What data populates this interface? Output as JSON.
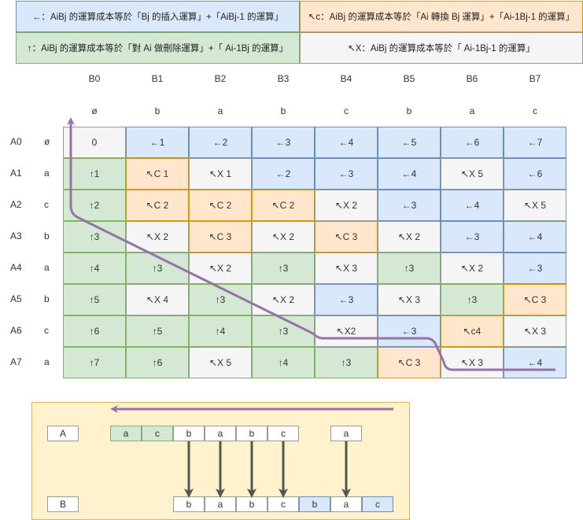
{
  "legend": {
    "insert": "←：AiBj 的運算成本等於「Bj 的插入運算」+「AiBj-1 的運算」",
    "replace": "↖c：AiBj 的運算成本等於「Ai 轉換 Bj 運算」+「Ai-1Bj-1 的運算」",
    "delete": "↑：AiBj 的運算成本等於「對 Ai 做刪除運算」+「 Ai-1Bj 的運算」",
    "match": "↖X：AiBj 的運算成本等於「 Ai-1Bj-1 的運算」"
  },
  "colors": {
    "blue": "#dae8fc",
    "orange": "#ffe6cc",
    "green": "#d5e8d4",
    "gray": "#f5f5f5",
    "panel": "#fff2cc",
    "path": "#9673a6",
    "arrow": "#555555"
  },
  "col_headers": [
    "B0",
    "B1",
    "B2",
    "B3",
    "B4",
    "B5",
    "B6",
    "B7"
  ],
  "col_chars": [
    "ø",
    "b",
    "a",
    "b",
    "c",
    "b",
    "a",
    "c"
  ],
  "row_headers": [
    "A0",
    "A1",
    "A2",
    "A3",
    "A4",
    "A5",
    "A6",
    "A7"
  ],
  "row_chars": [
    "ø",
    "a",
    "c",
    "b",
    "a",
    "b",
    "c",
    "a"
  ],
  "grid": [
    [
      {
        "t": "0",
        "c": "gray"
      },
      {
        "t": "←1",
        "c": "blue"
      },
      {
        "t": "←2",
        "c": "blue"
      },
      {
        "t": "←3",
        "c": "blue"
      },
      {
        "t": "←4",
        "c": "blue"
      },
      {
        "t": "←5",
        "c": "blue"
      },
      {
        "t": "←6",
        "c": "blue"
      },
      {
        "t": "←7",
        "c": "blue"
      }
    ],
    [
      {
        "t": "↑1",
        "c": "green"
      },
      {
        "t": "↖C 1",
        "c": "orange"
      },
      {
        "t": "↖X 1",
        "c": "gray"
      },
      {
        "t": "←2",
        "c": "blue"
      },
      {
        "t": "←3",
        "c": "blue"
      },
      {
        "t": "←4",
        "c": "blue"
      },
      {
        "t": "↖X 5",
        "c": "gray"
      },
      {
        "t": "←6",
        "c": "blue"
      }
    ],
    [
      {
        "t": "↑2",
        "c": "green"
      },
      {
        "t": "↖C 2",
        "c": "orange"
      },
      {
        "t": "↖C 2",
        "c": "orange"
      },
      {
        "t": "↖C 2",
        "c": "orange"
      },
      {
        "t": "↖X 2",
        "c": "gray"
      },
      {
        "t": "←3",
        "c": "blue"
      },
      {
        "t": "←4",
        "c": "blue"
      },
      {
        "t": "↖X 5",
        "c": "gray"
      }
    ],
    [
      {
        "t": "↑3",
        "c": "green"
      },
      {
        "t": "↖X 2",
        "c": "gray"
      },
      {
        "t": "↖C 3",
        "c": "orange"
      },
      {
        "t": "↖X 2",
        "c": "gray"
      },
      {
        "t": "↖C 3",
        "c": "orange"
      },
      {
        "t": "↖X 2",
        "c": "gray"
      },
      {
        "t": "←3",
        "c": "blue"
      },
      {
        "t": "←4",
        "c": "blue"
      }
    ],
    [
      {
        "t": "↑4",
        "c": "green"
      },
      {
        "t": "↑3",
        "c": "green"
      },
      {
        "t": "↖X 2",
        "c": "gray"
      },
      {
        "t": "↑3",
        "c": "green"
      },
      {
        "t": "↖X 3",
        "c": "gray"
      },
      {
        "t": "↑3",
        "c": "green"
      },
      {
        "t": "↖X 2",
        "c": "gray"
      },
      {
        "t": "←3",
        "c": "blue"
      }
    ],
    [
      {
        "t": "↑5",
        "c": "green"
      },
      {
        "t": "↖X 4",
        "c": "gray"
      },
      {
        "t": "↑3",
        "c": "green"
      },
      {
        "t": "↖X 2",
        "c": "gray"
      },
      {
        "t": "←3",
        "c": "blue"
      },
      {
        "t": "↖X 3",
        "c": "gray"
      },
      {
        "t": "↑3",
        "c": "green"
      },
      {
        "t": "↖C 3",
        "c": "orange"
      }
    ],
    [
      {
        "t": "↑6",
        "c": "green"
      },
      {
        "t": "↑5",
        "c": "green"
      },
      {
        "t": "↑4",
        "c": "green"
      },
      {
        "t": "↑3",
        "c": "green"
      },
      {
        "t": "↖X2",
        "c": "gray"
      },
      {
        "t": "←3",
        "c": "blue"
      },
      {
        "t": "↖c4",
        "c": "orange"
      },
      {
        "t": "↖X 3",
        "c": "gray"
      }
    ],
    [
      {
        "t": "↑7",
        "c": "green"
      },
      {
        "t": "↑6",
        "c": "green"
      },
      {
        "t": "↖X 5",
        "c": "gray"
      },
      {
        "t": "↑4",
        "c": "green"
      },
      {
        "t": "↑3",
        "c": "green"
      },
      {
        "t": "↖C 3",
        "c": "orange"
      },
      {
        "t": "↖X 3",
        "c": "gray"
      },
      {
        "t": "←4",
        "c": "blue"
      }
    ]
  ],
  "alignment": {
    "label_a": "A",
    "label_b": "B",
    "a_boxes": [
      {
        "t": "a",
        "c": "green"
      },
      {
        "t": "c",
        "c": "green"
      },
      {
        "t": "b",
        "c": "white"
      },
      {
        "t": "a",
        "c": "white"
      },
      {
        "t": "b",
        "c": "white"
      },
      {
        "t": "c",
        "c": "white"
      },
      {
        "t": "",
        "c": "none"
      },
      {
        "t": "a",
        "c": "white"
      }
    ],
    "b_boxes": [
      {
        "t": "b",
        "c": "white"
      },
      {
        "t": "a",
        "c": "white"
      },
      {
        "t": "b",
        "c": "white"
      },
      {
        "t": "c",
        "c": "white"
      },
      {
        "t": "b",
        "c": "blue"
      },
      {
        "t": "a",
        "c": "white"
      },
      {
        "t": "c",
        "c": "blue"
      }
    ]
  }
}
